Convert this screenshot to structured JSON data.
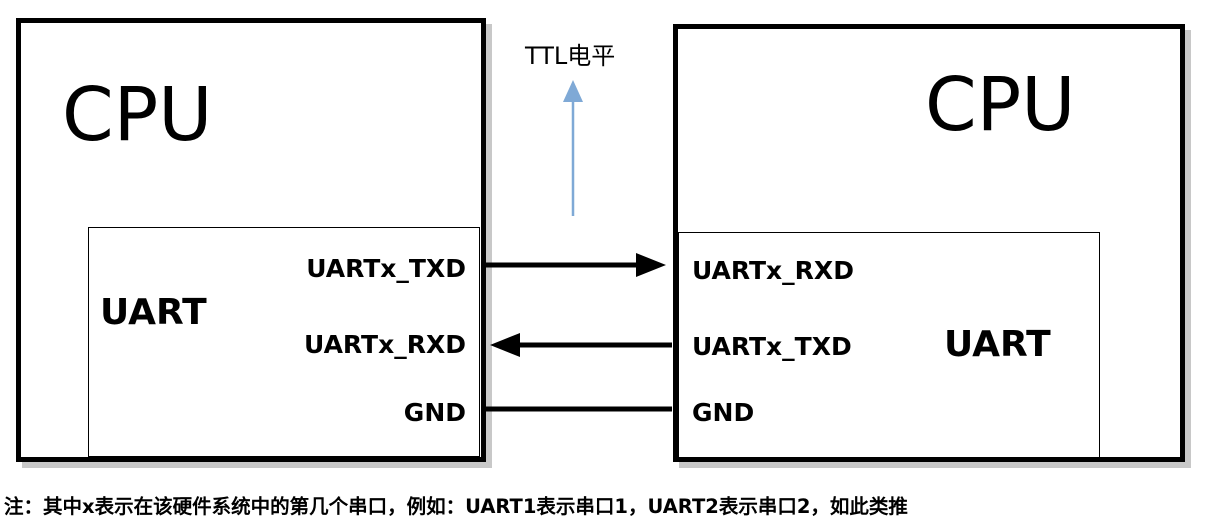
{
  "left_cpu": {
    "title": "CPU",
    "uart": {
      "title": "UART",
      "pins": [
        "UARTx_TXD",
        "UARTx_RXD",
        "GND"
      ]
    }
  },
  "right_cpu": {
    "title": "CPU",
    "uart": {
      "title": "UART",
      "pins": [
        "UARTx_RXD",
        "UARTx_TXD",
        "GND"
      ]
    }
  },
  "signal_level_label": "TTL电平",
  "note": "注：其中x表示在该硬件系统中的第几个串口，例如：UART1表示串口1，UART2表示串口2，如此类推",
  "colors": {
    "border": "#000000",
    "shadow": "#c8c8c8",
    "level_arrow": "#7fa9d6"
  }
}
